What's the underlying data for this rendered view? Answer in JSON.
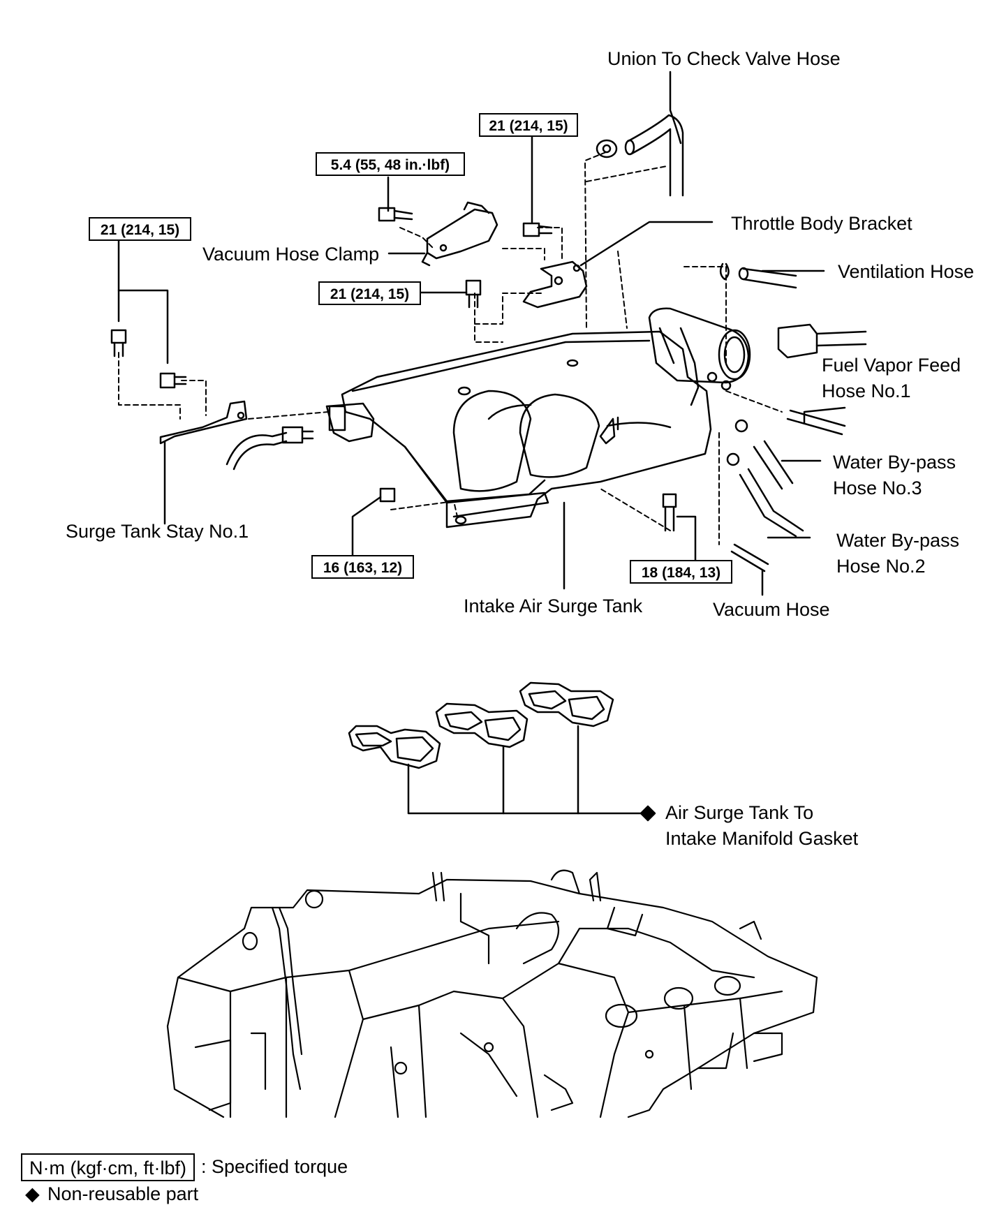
{
  "labels": {
    "union_to_check_valve_hose": "Union To Check Valve Hose",
    "throttle_body_bracket": "Throttle Body Bracket",
    "vacuum_hose_clamp": "Vacuum Hose Clamp",
    "ventilation_hose": "Ventilation Hose",
    "fuel_vapor_feed_hose_line1": "Fuel Vapor Feed",
    "fuel_vapor_feed_hose_line2": "Hose No.1",
    "water_bypass_hose_3_line1": "Water By-pass",
    "water_bypass_hose_3_line2": "Hose No.3",
    "water_bypass_hose_2_line1": "Water By-pass",
    "water_bypass_hose_2_line2": "Hose No.2",
    "surge_tank_stay": "Surge Tank Stay No.1",
    "intake_air_surge_tank": "Intake Air Surge Tank",
    "vacuum_hose": "Vacuum Hose",
    "gasket_line1": "Air Surge Tank To",
    "gasket_line2": "Intake Manifold Gasket"
  },
  "torques": {
    "bracket_bolt_top": "21 (214, 15)",
    "clamp_bolt": "5.4 (55, 48 in.·lbf)",
    "stay_bolts": "21 (214, 15)",
    "bracket_bolt_lower": "21 (214, 15)",
    "tank_nut": "16 (163, 12)",
    "tank_stud": "18 (184, 13)"
  },
  "legend": {
    "torque_unit": "N·m (kgf·cm, ft·lbf)",
    "torque_desc": ": Specified torque",
    "non_reusable_symbol": "◆",
    "non_reusable_desc": "Non-reusable part"
  }
}
